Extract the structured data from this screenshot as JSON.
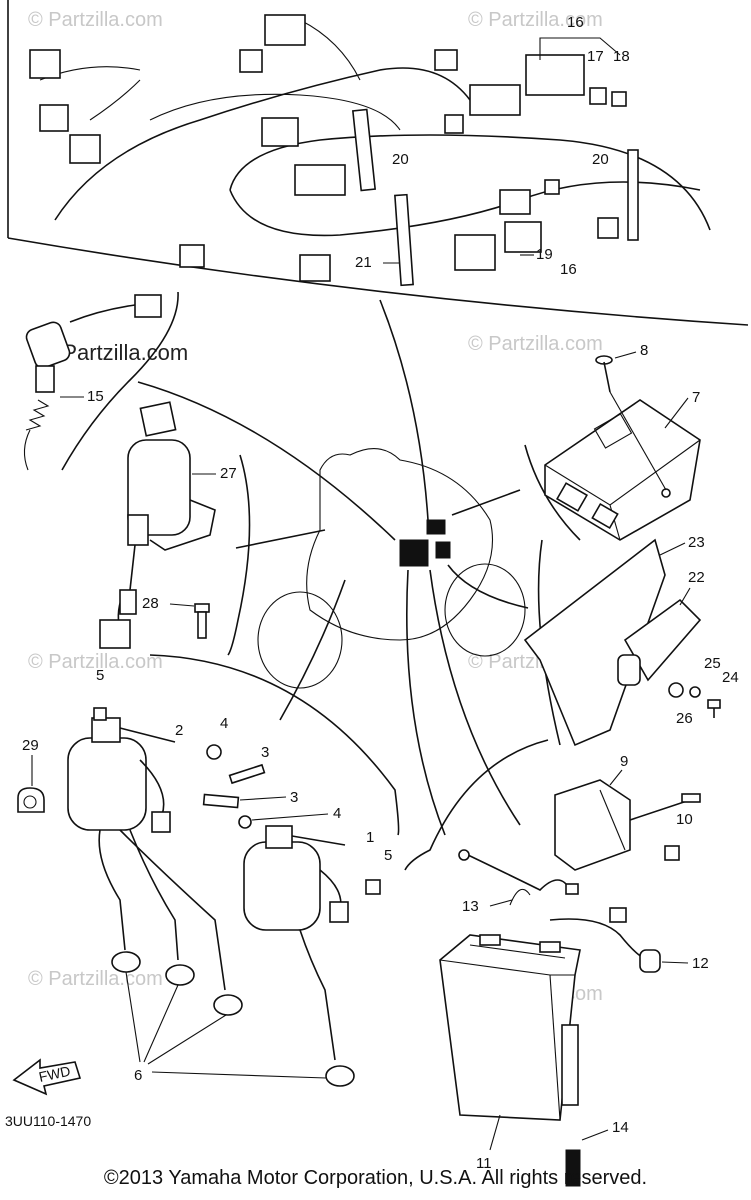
{
  "watermark": "© Partzilla.com",
  "watermark_dark": "© Partzilla.com",
  "diagram_code": "3UU110-1470",
  "copyright": "©2013 Yamaha Motor Corporation, U.S.A. All rights reserved.",
  "fwd_label": "FWD",
  "callouts": {
    "c1": "1",
    "c2": "2",
    "c3a": "3",
    "c3b": "3",
    "c4a": "4",
    "c4b": "4",
    "c5a": "5",
    "c5b": "5",
    "c6": "6",
    "c7": "7",
    "c8": "8",
    "c9": "9",
    "c10": "10",
    "c11": "11",
    "c12": "12",
    "c13": "13",
    "c14": "14",
    "c15": "15",
    "c16a": "16",
    "c16b": "16",
    "c17": "17",
    "c18": "18",
    "c19": "19",
    "c20a": "20",
    "c20b": "20",
    "c21": "21",
    "c22": "22",
    "c23": "23",
    "c24": "24",
    "c25": "25",
    "c26": "26",
    "c27": "27",
    "c28": "28",
    "c29": "29"
  }
}
